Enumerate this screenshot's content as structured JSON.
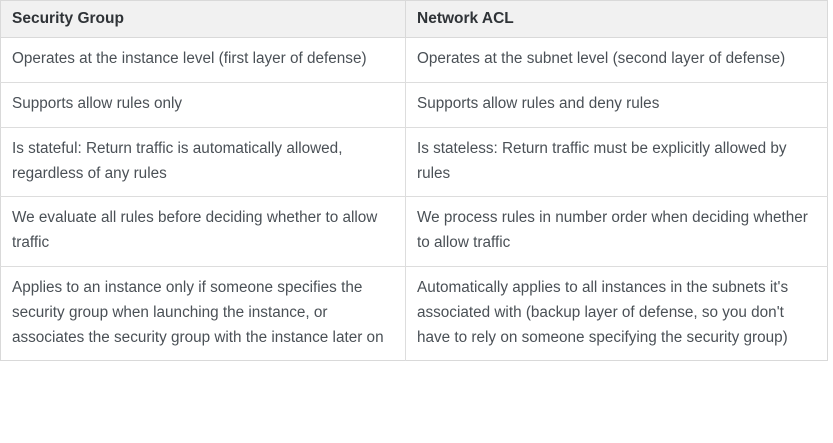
{
  "table": {
    "headers": [
      "Security Group",
      "Network ACL"
    ],
    "rows": [
      {
        "security_group": "Operates at the instance level (first layer of defense)",
        "network_acl": "Operates at the subnet level (second layer of defense)"
      },
      {
        "security_group": "Supports allow rules only",
        "network_acl": "Supports allow rules and deny rules"
      },
      {
        "security_group": "Is stateful: Return traffic is automatically allowed, regardless of any rules",
        "network_acl": "Is stateless: Return traffic must be explicitly allowed by rules"
      },
      {
        "security_group": "We evaluate all rules before deciding whether to allow traffic",
        "network_acl": "We process rules in number order when deciding whether to allow traffic"
      },
      {
        "security_group": "Applies to an instance only if someone specifies the security group when launching the instance, or associates the security group with the instance later on",
        "network_acl": "Automatically applies to all instances in the subnets it's associated with (backup layer of defense, so you don't have to rely on someone specifying the security group)"
      }
    ]
  },
  "colors": {
    "header_background": "#f1f1f1",
    "header_text": "#2f3337",
    "body_text": "#4a5056",
    "border": "#d9d9d9",
    "row_border": "#dddddd",
    "page_background": "#ffffff"
  }
}
